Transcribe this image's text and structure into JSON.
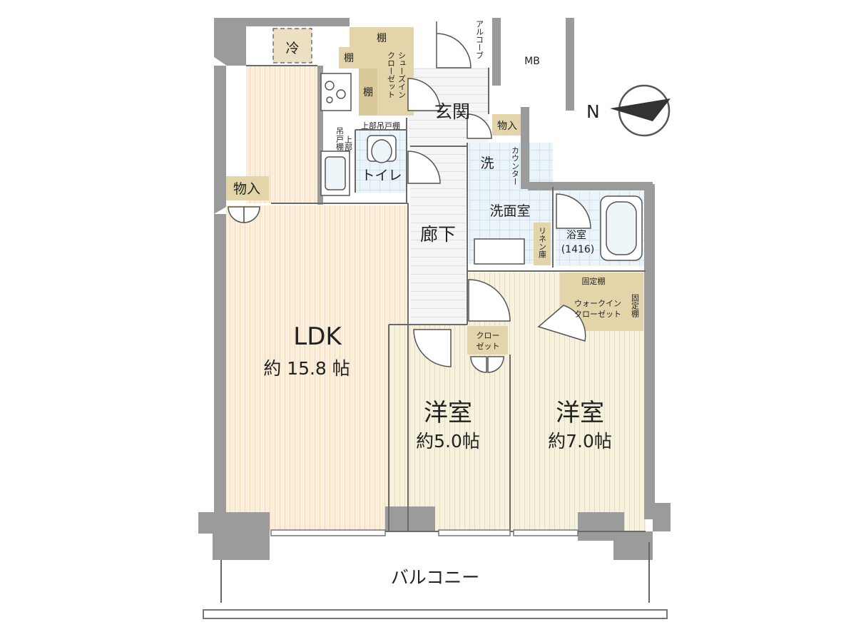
{
  "rooms": {
    "ldk": {
      "name": "LDK",
      "size": "約 15.8 帖"
    },
    "western1": {
      "name": "洋室",
      "size": "約5.0帖"
    },
    "western2": {
      "name": "洋室",
      "size": "約7.0帖"
    },
    "entrance": "玄関",
    "hallway": "廊下",
    "toilet": "トイレ",
    "washroom": "洗面室",
    "bath": {
      "name": "浴室",
      "size": "(1416)"
    },
    "balcony": "バルコニー",
    "mb": "MB",
    "alcove": "アルコーブ"
  },
  "storage": {
    "fridge": "冷",
    "shelf_top": "棚",
    "shelf_left": "棚",
    "shelf_mid": "棚",
    "shoe_in_closet_l1": "シューズイン",
    "shoe_in_closet_l2": "クローゼット",
    "upper_hanging_shelf": "上部吊戸棚",
    "kitchen_hanging_l1": "上部",
    "kitchen_hanging_l2": "吊戸棚",
    "storage_ldk": "物入",
    "storage_entrance": "物入",
    "washer": "洗",
    "counter": "カウンター",
    "linen": "リネン庫",
    "fixed_shelf_top": "固定棚",
    "fixed_shelf_side": "固定棚",
    "walk_in_l1": "ウォークイン",
    "walk_in_l2": "クローゼット",
    "closet_l1": "クロー",
    "closet_l2": "ゼット"
  },
  "compass": {
    "label": "N"
  },
  "colors": {
    "wall": "#9b9b9b",
    "ldk_floor": "#faecd8",
    "room_floor": "#f5f1dc",
    "wet_floor": "#eaf3f8",
    "storage": "#e6d8b0",
    "hall_floor": "#f4f4f4"
  }
}
